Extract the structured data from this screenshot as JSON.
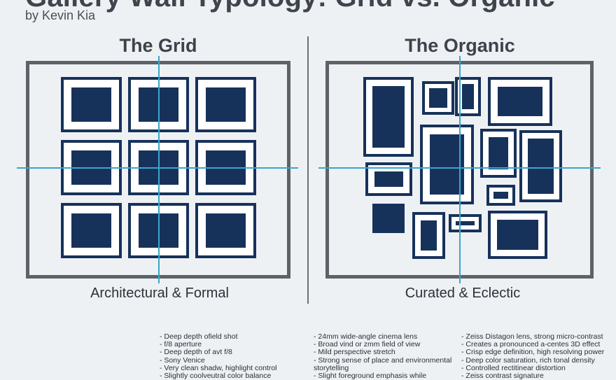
{
  "header": {
    "title": "Gallery Wall Typology: Grid vs. Organic",
    "byline": "by Kevin Kia"
  },
  "panels": {
    "grid": {
      "heading": "The Grid",
      "caption": "Architectural & Formal"
    },
    "organic": {
      "heading": "The Organic",
      "caption": "Curated & Eclectic"
    }
  },
  "notes": {
    "col1": [
      "- Deep depth ofield shot",
      "- f/8 aperture",
      "- Deep depth of avt f/8",
      "- Sony Venice",
      "- Very clean shadw, highlight control",
      "- Slightly coolveutral color balance"
    ],
    "col2": [
      "- 24mm wide-angle cinema lens",
      "- Broad vind or zmm field of view",
      "- Mild perspective stretch",
      "- Strong sense of place and environmental",
      "  storytelling",
      "- Slight foreground emphasis while"
    ],
    "col3": [
      "- Zeiss Distagon lens, strong micro-contrast",
      "- Creates a pronounced a-centes 3D effect",
      "- Crisp edge definition, high resolving power",
      "- Deep color saturation, rich tonal density",
      "- Controlled rectitinear distortion",
      "- Zeiss contrast signature"
    ]
  },
  "colors": {
    "frame_navy": "#17325a",
    "mat_white": "#ffffff",
    "board_border": "#5d6168",
    "axis_blue": "#3aa6cc",
    "background": "#eef1f4"
  }
}
